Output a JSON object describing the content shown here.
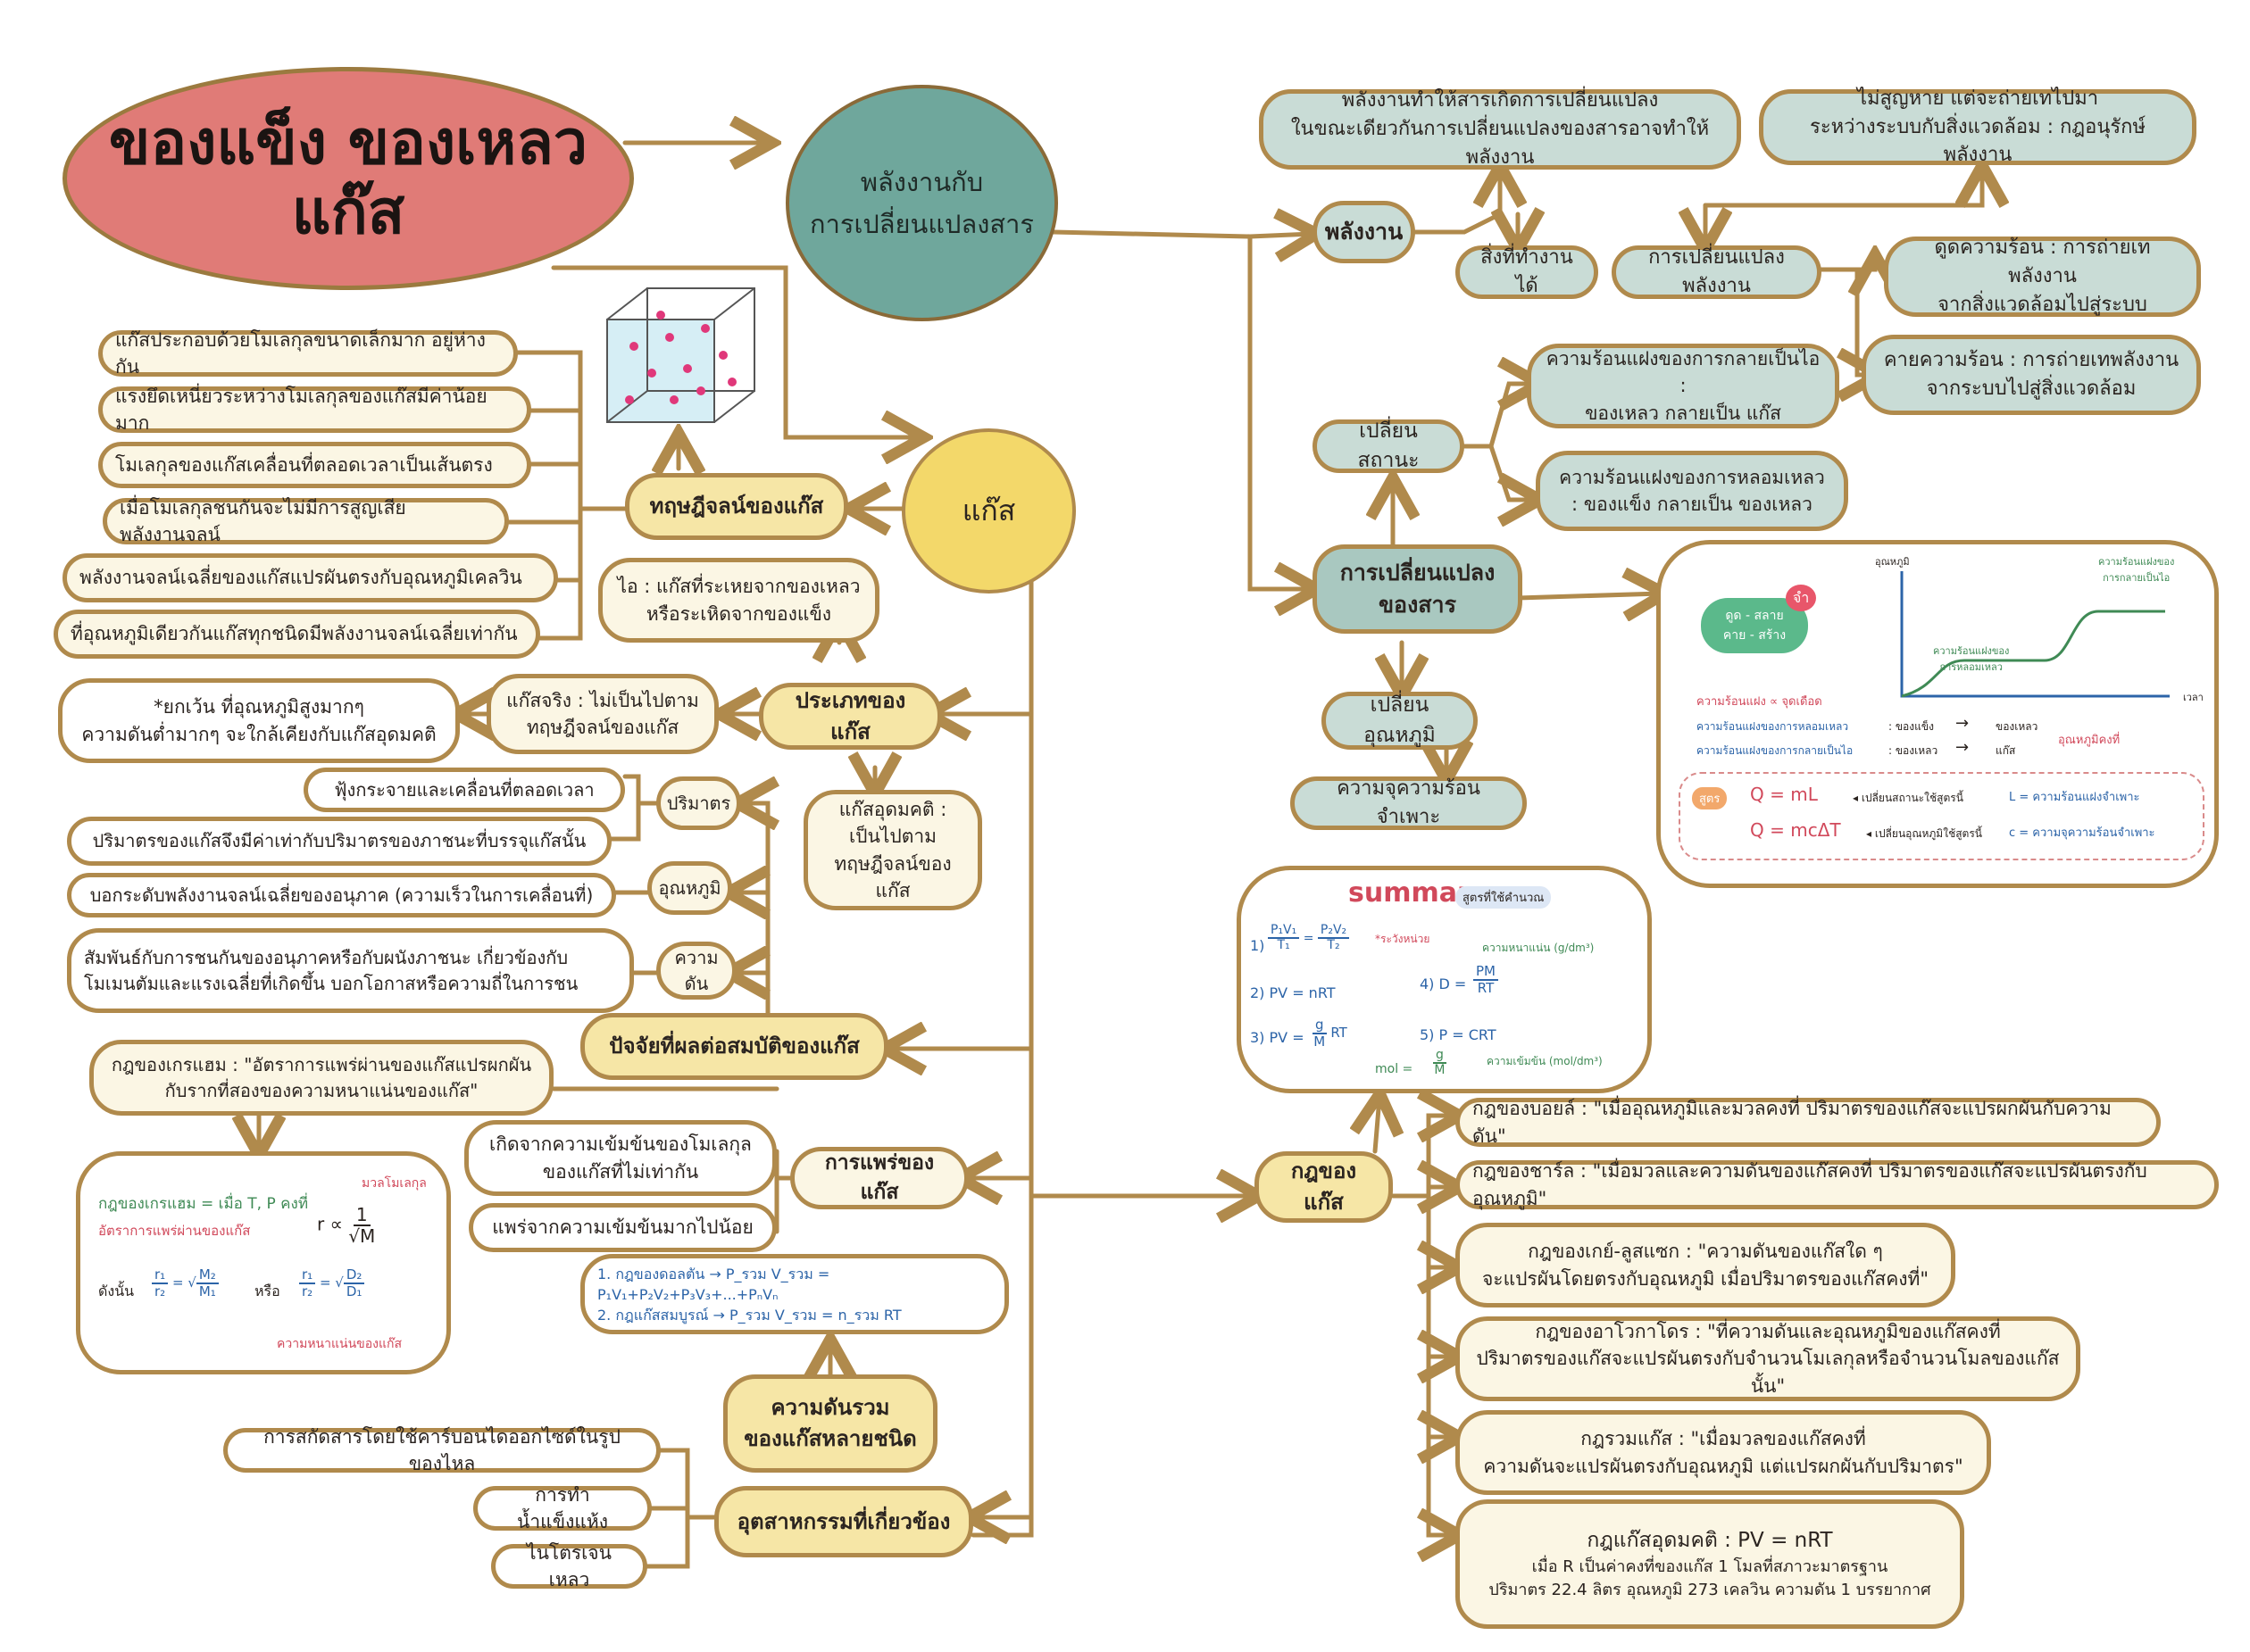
{
  "title": "ของแข็ง ของเหลว\nแก๊ส",
  "energy_topic": "พลังงานกับ\nการเปลี่ยนแปลงสาร",
  "gas_hub": "แก๊ส",
  "energy": {
    "node": "พลังงาน",
    "def1": "พลังงานทำให้สารเกิดการเปลี่ยนแปลง\nในขณะเดียวกันการเปลี่ยนแปลงของสารอาจทำให้พลังงาน",
    "def2": "ไม่สูญหาย แต่จะถ่ายเทไปมา\nระหว่างระบบกับสิ่งแวดล้อม : กฎอนุรักษ์พลังงาน",
    "work": "สิ่งที่ทำงานได้",
    "change": "การเปลี่ยนแปลงพลังงาน",
    "absorb": "ดูดความร้อน : การถ่ายเทพลังงาน\nจากสิ่งแวดล้อมไปสู่ระบบ",
    "release": "คายความร้อน : การถ่ายเทพลังงาน\nจากระบบไปสู่สิ่งแวดล้อม"
  },
  "phase": {
    "node": "เปลี่ยนสถานะ",
    "vapor": "ความร้อนแฝงของการกลายเป็นไอ :\nของเหลว กลายเป็น แก๊ส",
    "fusion": "ความร้อนแฝงของการหลอมเหลว\n: ของแข็ง กลายเป็น ของเหลว"
  },
  "matter_change": "การเปลี่ยนแปลง\nของสาร",
  "temp_change": "เปลี่ยนอุณหภูมิ",
  "specific_heat": "ความจุความร้อนจำเพาะ",
  "memo": {
    "tag": "จำ",
    "pill": "ดูด - สลาย\nคาย - สร้าง",
    "graph_y": "อุณหภูมิ",
    "graph_x": "เวลา",
    "graph_vap": "ความร้อนแฝงของ\nการกลายเป็นไอ",
    "graph_fus": "ความร้อนแฝงของ\nการหลอมเหลว",
    "latent_note": "ความร้อนแฝง ∝ จุดเดือด",
    "row1_label": "ความร้อนแฝงของการหลอมเหลว",
    "row1_from": ": ของแข็ง",
    "row1_to": "ของเหลว",
    "row2_label": "ความร้อนแฝงของการกลายเป็นไอ",
    "row2_from": ": ของเหลว",
    "row2_to": "แก๊ส",
    "constant_temp": "อุณหภูมิคงที่",
    "formula_tag": "สูตร",
    "f1": "Q = mL",
    "f1_note": "◂ เปลี่ยนสถานะใช้สูตรนี้",
    "f1_var": "L = ความร้อนแฝงจำเพาะ",
    "f2": "Q = mcΔT",
    "f2_note": "◂ เปลี่ยนอุณหภูมิใช้สูตรนี้",
    "f2_var": "c = ความจุความร้อนจำเพาะ"
  },
  "summary": {
    "title": "summary",
    "subtitle": "สูตรที่ใช้คำนวณ",
    "eq1_label": "1)",
    "eq1_note": "*ระวังหน่วย",
    "eq2": "2) PV = nRT",
    "eq3_label": "3) PV =",
    "eq3_num": "g",
    "eq3_den": "M",
    "eq3_tail": "RT",
    "eq4_label": "4) D =",
    "eq4_num": "PM",
    "eq4_den": "RT",
    "eq5": "5) P = CRT",
    "mol_label": "mol =",
    "mol_num": "g",
    "mol_den": "M",
    "density_note": "ความหนาแน่น (g/dm³)",
    "conc_note": "ความเข้มข้น (mol/dm³)"
  },
  "kinetic": {
    "node": "ทฤษฎีจลน์ของแก๊ส",
    "items": [
      "แก๊สประกอบด้วยโมเลกุลขนาดเล็กมาก อยู่ห่างกัน",
      "แรงยึดเหนี่ยวระหว่างโมเลกุลของแก๊สมีค่าน้อยมาก",
      "โมเลกุลของแก๊สเคลื่อนที่ตลอดเวลาเป็นเส้นตรง",
      "เมื่อโมเลกุลชนกันจะไม่มีการสูญเสียพลังงานจลน์",
      "พลังงานจลน์เฉลี่ยของแก๊สแปรผันตรงกับอุณหภูมิเคลวิน",
      "ที่อุณหภูมิเดียวกันแก๊สทุกชนิดมีพลังงานจลน์เฉลี่ยเท่ากัน"
    ]
  },
  "vapor_def": "ไอ : แก๊สที่ระเหยจากของเหลว\nหรือระเหิดจากของแข็ง",
  "types": {
    "node": "ประเภทของแก๊ส",
    "real": "แก๊สจริง : ไม่เป็นไปตาม\nทฤษฎีจลน์ของแก๊ส",
    "real_note": "*ยกเว้น ที่อุณหภูมิสูงมากๆ\nความดันต่ำมากๆ จะใกล้เคียงกับแก๊สอุดมคติ",
    "ideal": "แก๊สอุดมคติ :\nเป็นไปตาม\nทฤษฎีจลน์ของแก๊ส"
  },
  "factors": {
    "node": "ปัจจัยที่ผลต่อสมบัติของแก๊ส",
    "volume": "ปริมาตร",
    "volume_items": [
      "ฟุ้งกระจายและเคลื่อนที่ตลอดเวลา",
      "ปริมาตรของแก๊สจึงมีค่าเท่ากับปริมาตรของภาชนะที่บรรจุแก๊สนั้น"
    ],
    "temperature": "อุณหภูมิ",
    "temperature_item": "บอกระดับพลังงานจลน์เฉลี่ยของอนุภาค (ความเร็วในการเคลื่อนที่)",
    "pressure": "ความดัน",
    "pressure_item": "สัมพันธ์กับการชนกันของอนุภาคหรือกับผนังภาชนะ เกี่ยวข้องกับ\nโมเมนตัมและแรงเฉลี่ยที่เกิดขึ้น บอกโอกาสหรือความถี่ในการชน"
  },
  "diffusion": {
    "node": "การแพร่ของแก๊ส",
    "graham": "กฎของเกรแฮม : \"อัตราการแพร่ผ่านของแก๊สแปรผกผัน\nกับรากที่สองของความหนาแน่นของแก๊ส\"",
    "cause1": "เกิดจากความเข้มข้นของโมเลกุล\nของแก๊สที่ไม่เท่ากัน",
    "cause2": "แพร่จากความเข้มข้นมากไปน้อย",
    "law_label": "กฎของเกรแฮม = เมื่อ T, P คงที่",
    "rate_label": "อัตราการแพร่ผ่านของแก๊ส",
    "molar_mass": "มวลโมเลกุล",
    "so": "ดังนั้น",
    "or": "หรือ",
    "density": "ความหนาแน่นของแก๊ส"
  },
  "partial": {
    "node": "ความดันรวม\nของแก๊สหลายชนิด",
    "law1": "1. กฎของดอลตัน → P_รวม V_รวม = P₁V₁+P₂V₂+P₃V₃+...+PₙVₙ",
    "law2": "2. กฎแก๊สสมบูรณ์ → P_รวม V_รวม = n_รวม RT"
  },
  "industry": {
    "node": "อุตสาหกรรมที่เกี่ยวข้อง",
    "items": [
      "การสกัดสารโดยใช้คาร์บอนไดออกไซด์ในรูปของไหล",
      "การทำน้ำแข็งแห้ง",
      "ไนโตรเจนเหลว"
    ]
  },
  "laws": {
    "node": "กฎของแก๊ส",
    "boyle": "กฎของบอยล์ : \"เมื่ออุณหภูมิและมวลคงที่ ปริมาตรของแก๊สจะแปรผกผันกับความดัน\"",
    "charles": "กฎของชาร์ล : \"เมื่อมวลและความดันของแก๊สคงที่ ปริมาตรของแก๊สจะแปรผันตรงกับอุณหภูมิ\"",
    "gaylussac": "กฎของเกย์-ลูสแซก : \"ความดันของแก๊สใด ๆ\nจะแปรผันโดยตรงกับอุณหภูมิ เมื่อปริมาตรของแก๊สคงที่\"",
    "avogadro": "กฎของอาโวกาโดร : \"ที่ความดันและอุณหภูมิของแก๊สคงที่\nปริมาตรของแก๊สจะแปรผันตรงกับจำนวนโมเลกุลหรือจำนวนโมลของแก๊สนั้น\"",
    "combined": "กฎรวมแก๊ส : \"เมื่อมวลของแก๊สคงที่\nความดันจะแปรผันตรงกับอุณหภูมิ แต่แปรผกผันกับปริมาตร\"",
    "ideal_title": "กฎแก๊สอุดมคติ : PV = nRT",
    "ideal_line1": "เมื่อ R เป็นค่าคงที่ของแก๊ส 1 โมลที่สภาวะมาตรฐาน",
    "ideal_line2": "ปริมาตร 22.4 ลิตร อุณหภูมิ 273 เคลวิน ความดัน 1 บรรยากาศ"
  },
  "colors": {
    "line": "#b08a4c",
    "title_bg": "#e07b77",
    "teal": "#6fa79c",
    "yellow": "#f3d86a",
    "red": "#d1495b",
    "blue": "#2c64a8",
    "green": "#3f8a55"
  }
}
